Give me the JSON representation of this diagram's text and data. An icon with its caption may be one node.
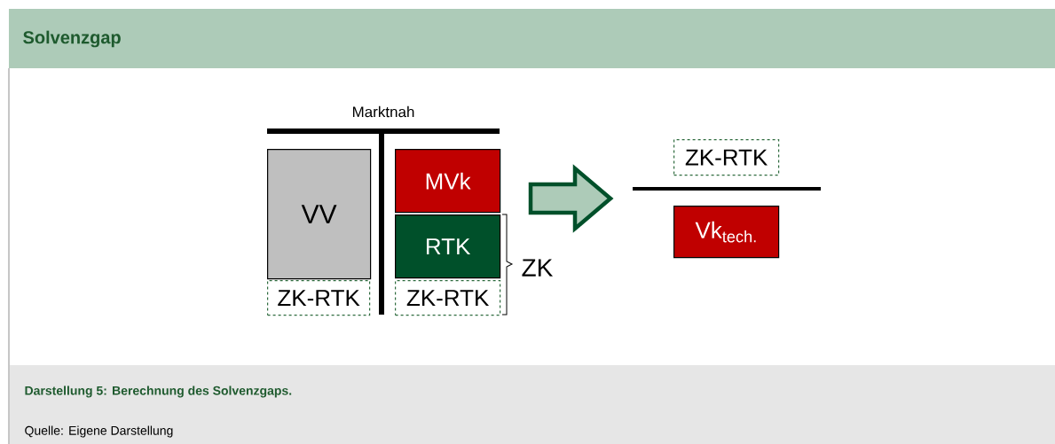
{
  "diagram": {
    "title": "Solvenzgap",
    "caption": "Darstellung 5: Berechnung des Solvenzgaps.",
    "nodes": [
      {
        "text": [
          "VV"
        ]
      },
      {
        "text": [
          "ZK-RTK"
        ]
      },
      {
        "text": [
          "MVk"
        ]
      },
      {
        "text": [
          "RTK"
        ]
      },
      {
        "text": [
          "ZK-RTK"
        ]
      },
      {
        "text": [
          "ZK-RTK"
        ]
      },
      {
        "text": [
          "Vk$_{tech.}$"
        ]
      }
    ],
    "labels": [
      "Marktnah",
      "ZK",
      "Quelle: Eigene Darstellung"
    ]
  }
}
